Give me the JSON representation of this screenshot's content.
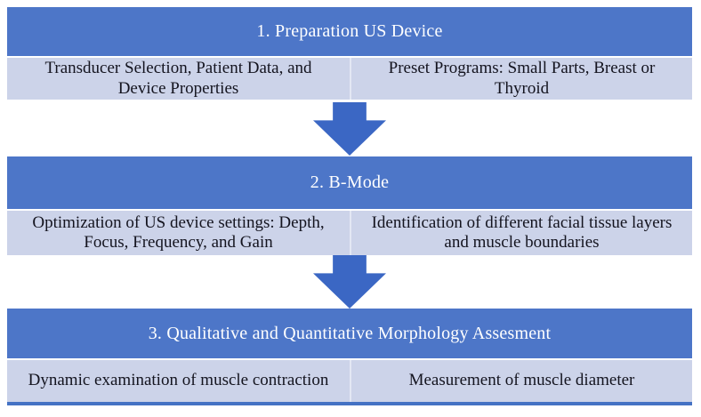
{
  "flowchart": {
    "steps": [
      {
        "title": "1. Preparation US Device",
        "left": "Transducer Selection, Patient Data, and\nDevice Properties",
        "right": "Preset Programs: Small Parts, Breast or\nThyroid"
      },
      {
        "title": "2. B-Mode",
        "left": "Optimization of US device settings: Depth,\nFocus, Frequency, and Gain",
        "right": "Identification of different facial tissue layers\nand muscle boundaries"
      },
      {
        "title": "3. Qualitative and Quantitative Morphology Assesment",
        "left": "Dynamic examination of muscle contraction",
        "right": "Measurement of muscle diameter"
      }
    ],
    "colors": {
      "header_bg": "#4d76c8",
      "row_bg": "#ccd3e9",
      "arrow": "#3b67c4",
      "bottom_border": "#4472c4",
      "header_text": "#ffffff",
      "body_text": "#14141f"
    },
    "icons": {
      "connector": "down-block-arrow-icon"
    }
  }
}
